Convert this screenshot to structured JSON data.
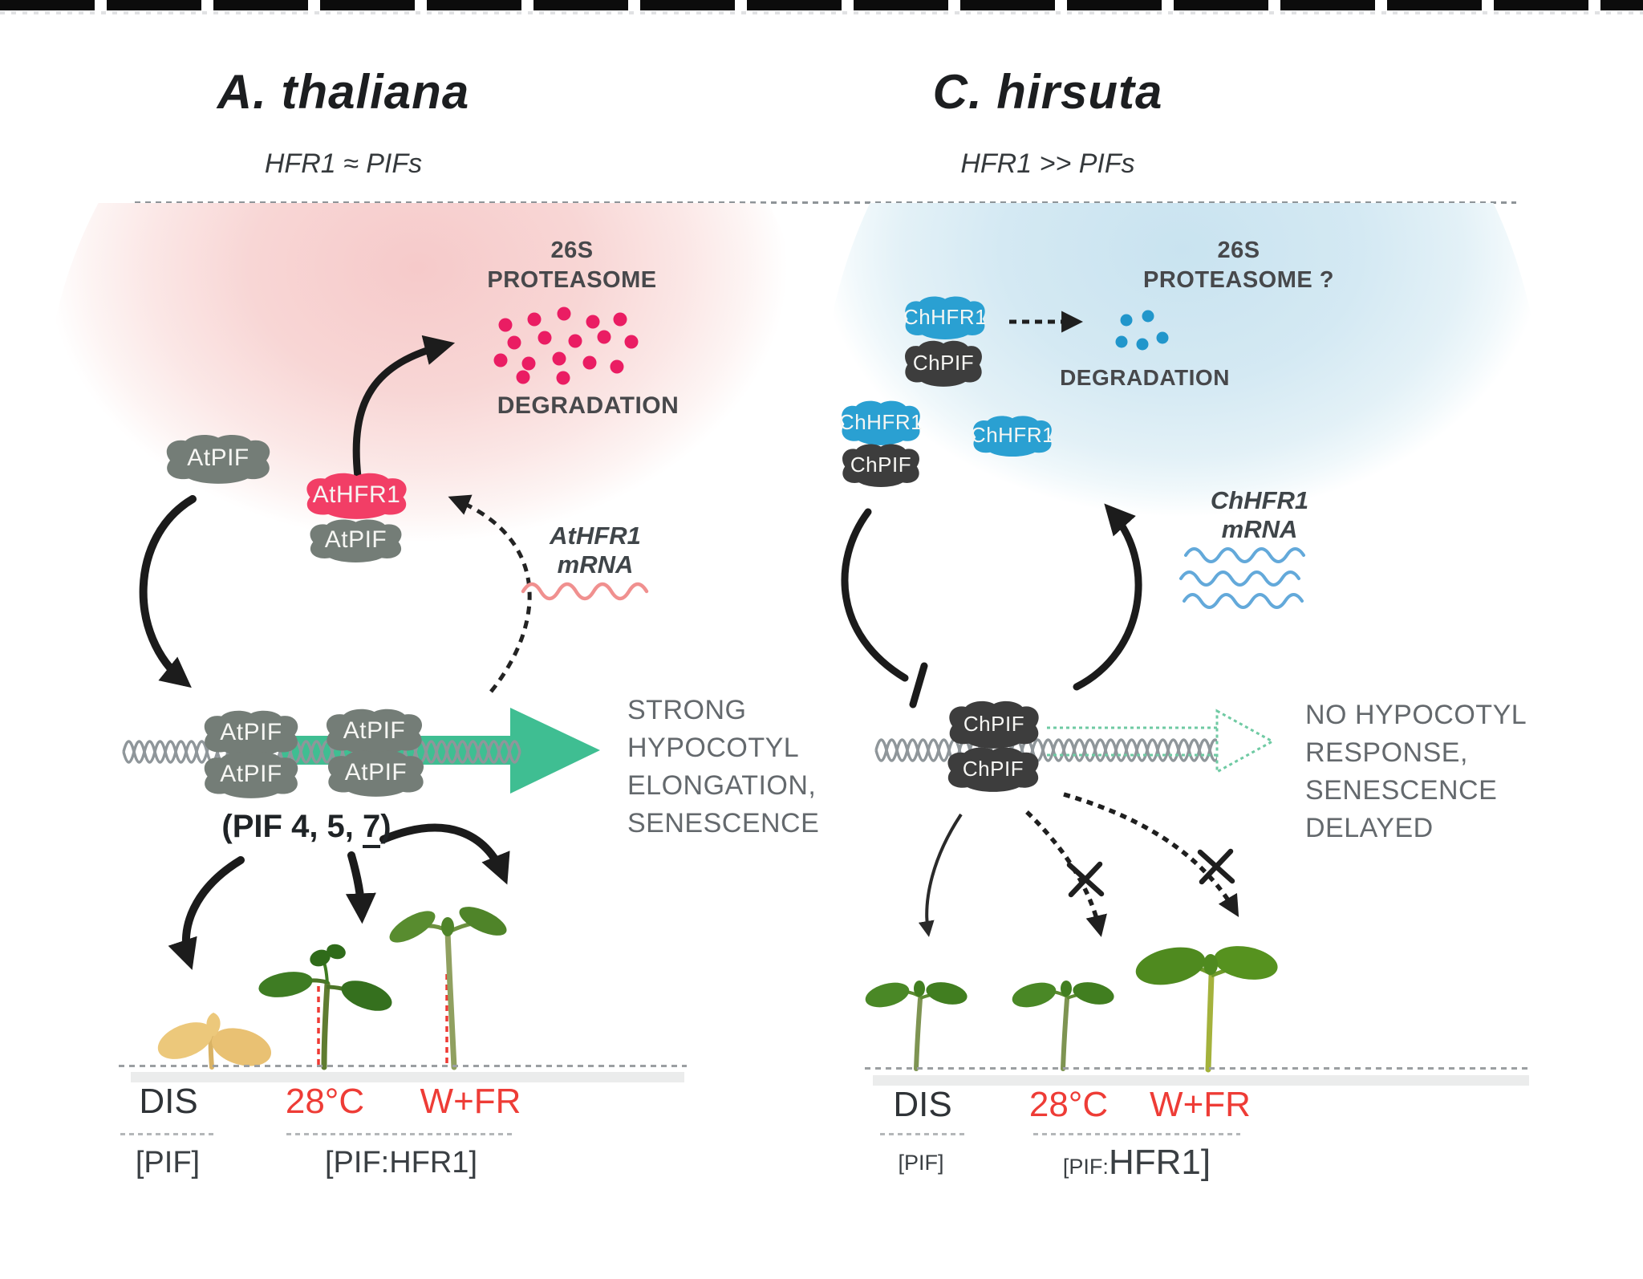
{
  "figure": {
    "left": {
      "title": "A. thaliana",
      "subtitle": "HFR1 ≈ PIFs",
      "proteasome_line1": "26S",
      "proteasome_line2": "PROTEASOME",
      "degradation": "DEGRADATION",
      "free_pif": "AtPIF",
      "hfr1": "AtHFR1",
      "bound_pif": "AtPIF",
      "mrna_line1": "AtHFR1",
      "mrna_line2": "mRNA",
      "dna_pif": "AtPIF",
      "pif_note_prefix": "(PIF 4, 5, ",
      "pif_note_underlined": "7",
      "pif_note_suffix": ")",
      "outcome_lines": [
        "STRONG",
        "HYPOCOTYL",
        "ELONGATION,",
        "SENESCENCE"
      ],
      "cond_dis": "DIS",
      "cond_heat": "28°C",
      "cond_shade": "W+FR",
      "bracket_pif": "[PIF]",
      "bracket_pif_hfr1": "[PIF:HFR1]"
    },
    "right": {
      "title": "C. hirsuta",
      "subtitle": "HFR1 >> PIFs",
      "proteasome_line1": "26S",
      "proteasome_line2": "PROTEASOME ?",
      "degradation": "DEGRADATION",
      "hfr1": "ChHFR1",
      "pif": "ChPIF",
      "mrna_line1": "ChHFR1",
      "mrna_line2": "mRNA",
      "outcome_lines": [
        "NO HYPOCOTYL",
        "RESPONSE,",
        "SENESCENCE",
        "DELAYED"
      ],
      "cond_dis": "DIS",
      "cond_heat": "28°C",
      "cond_shade": "W+FR",
      "bracket_pif": "[PIF]",
      "bracket_pif_hfr1_small": "[PIF:",
      "bracket_pif_hfr1_large": "HFR1]"
    },
    "colors": {
      "hfr1_pink": "#f23e66",
      "degradation_dot_pink": "#ea1d63",
      "hfr1_blue": "#2aa0d2",
      "pif_gray_green": "#747d77",
      "pif_dark": "#3d3d3d",
      "promoter_green": "#3fbe92",
      "condition_red": "#ee3c36",
      "cell_pink_bg": "#f6caca",
      "cell_blue_bg": "#c9e3f0"
    }
  }
}
